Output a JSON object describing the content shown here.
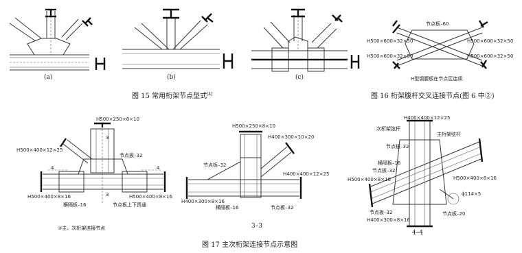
{
  "fig15": {
    "sub_a": "(a)",
    "sub_b": "(b)",
    "sub_c": "(c)",
    "caption": "图 15   常用桁架节点型式",
    "caption_ref": "[4]"
  },
  "fig16": {
    "label_plate": "节点板–60",
    "label_tl": "H500×600×32×50",
    "label_tr": "H500×600×32×50",
    "label_bl": "H500×600×32×50",
    "label_br": "H500×600×32×50",
    "note": "H型钢腹板在节点区连续",
    "caption": "图 16   桁架腹杆交叉连接节点(图 6 中②)"
  },
  "fig17": {
    "left": {
      "top_member": "H500×250×8×10",
      "left_upper": "H500×400×12×25",
      "plate": "节点板–32",
      "sec4a": "4",
      "sec4b": "4",
      "sec3a": "3",
      "sec3b": "3",
      "bottom_left": "H500×400×8×16",
      "bottom_right": "H500×400×8×16",
      "stiffener": "横隔板–16",
      "plate_note": "节点板上下贯通",
      "title": "③主、次桁架连接节点"
    },
    "middle": {
      "top_member": "H500×250×8×10",
      "right_upper": "H400×300×10×20",
      "plate_left": "节点板–32",
      "right_mid": "H400×400×12×25",
      "bottom_left": "H400×300×8×16",
      "stiffener": "横隔板–16",
      "plate_right": "节点板–32",
      "title": "3–3"
    },
    "right": {
      "top_member": "H400×400×12×25",
      "sec_chord": "次桁架弦杆",
      "main_chord": "主桁架弦杆",
      "plate_top": "节点板–32",
      "stiffener": "横隔板–16",
      "plate_mid": "节点板–32",
      "left_member": "H500×400×8×16",
      "right_member": "H500×400×8×16",
      "pipe": "ϕ114×5",
      "plate_low": "节点板–32",
      "bottom_member": "H400×300×8×16",
      "plate_bottom": "节点板–20",
      "title": "4–4"
    },
    "caption": "图 17   主次桁架连接节点示意图"
  }
}
